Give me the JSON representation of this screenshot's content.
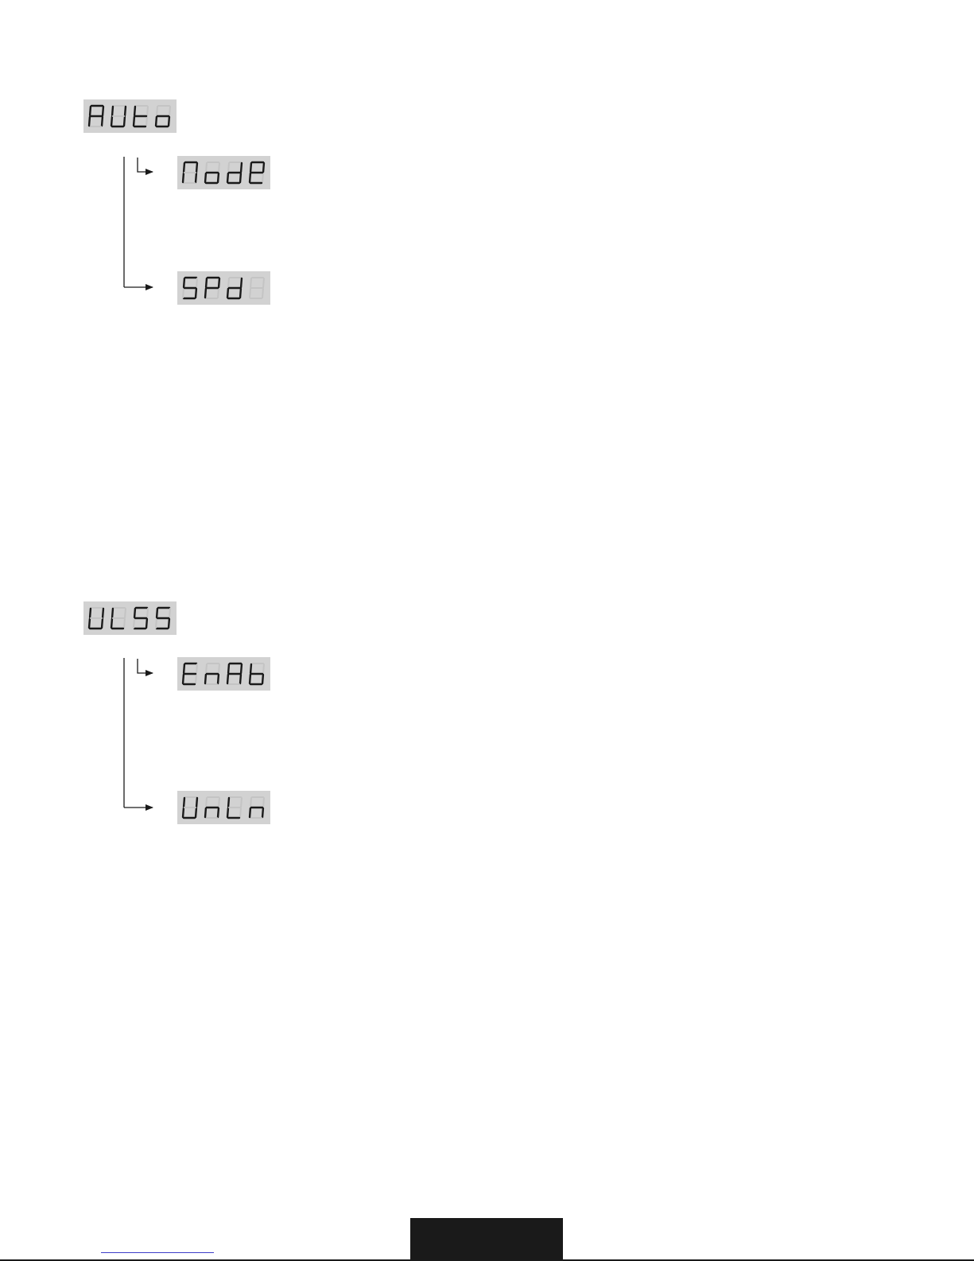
{
  "colors": {
    "display_bg": "#d2d2d2",
    "segment_on": "#1a1a1a",
    "segment_off": "#c4c4c4",
    "line": "#1a1a1a",
    "tab": "#1a1a1a",
    "link_rule": "#3c3cc8"
  },
  "groups": [
    {
      "parent": {
        "text": "AUto"
      },
      "children": [
        {
          "text": "Node"
        },
        {
          "text": "SPd"
        }
      ]
    },
    {
      "parent": {
        "text": "ULSS"
      },
      "children": [
        {
          "text": "EnAb"
        },
        {
          "text": "UnLn"
        }
      ]
    }
  ]
}
